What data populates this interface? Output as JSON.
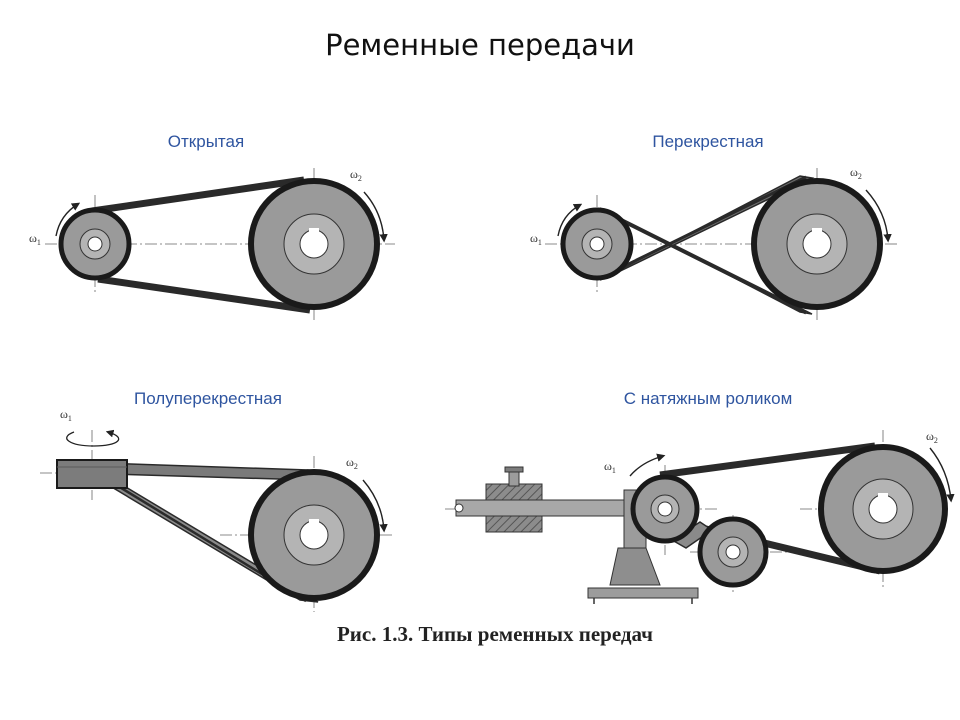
{
  "slide": {
    "title": "Ременные передачи"
  },
  "panels": {
    "open": {
      "title": "Открытая",
      "omega_in": "ω",
      "omega_in_sub": "1",
      "omega_out": "ω",
      "omega_out_sub": "2"
    },
    "crossed": {
      "title": "Перекрестная",
      "omega_in": "ω",
      "omega_in_sub": "1",
      "omega_out": "ω",
      "omega_out_sub": "2"
    },
    "half_crossed": {
      "title": "Полуперекрестная",
      "omega_in": "ω",
      "omega_in_sub": "1",
      "omega_out": "ω",
      "omega_out_sub": "2"
    },
    "idler": {
      "title": "С натяжным роликом",
      "omega_in": "ω",
      "omega_in_sub": "1",
      "omega_out": "ω",
      "omega_out_sub": "2"
    }
  },
  "figure": {
    "caption": "Рис. 1.3. Типы ременных передач"
  },
  "colors": {
    "belt": "#3a3a3a",
    "belt_light": "#8a8a8a",
    "rim": "#1a1a1a",
    "disc": "#9a9a9a",
    "hub": "#b4b4b4",
    "hatch": "#555555",
    "axis": "#666666",
    "label_blue": "#2f55a0"
  }
}
